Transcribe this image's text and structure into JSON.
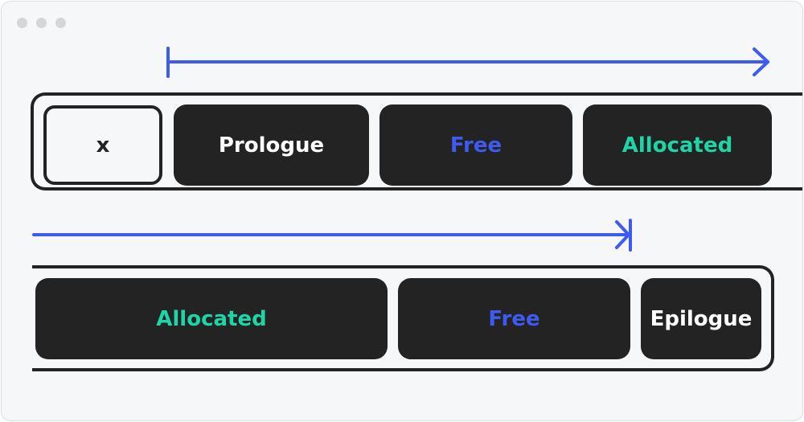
{
  "colors": {
    "background": "#f6f7f9",
    "block": "#232323",
    "arrow": "#3d5af1",
    "free": "#3d5af1",
    "allocated": "#1ed5a6",
    "label": "#ffffff"
  },
  "window": {
    "controls": [
      "window-dot-icon",
      "window-dot-icon",
      "window-dot-icon"
    ]
  },
  "top_row": {
    "blocks": [
      {
        "label": "x",
        "kind": "hollow"
      },
      {
        "label": "Prologue",
        "kind": "header"
      },
      {
        "label": "Free",
        "kind": "free"
      },
      {
        "label": "Allocated",
        "kind": "allocated"
      }
    ]
  },
  "bottom_row": {
    "blocks": [
      {
        "label": "Allocated",
        "kind": "allocated"
      },
      {
        "label": "Free",
        "kind": "free"
      },
      {
        "label": "Epilogue",
        "kind": "header"
      }
    ]
  },
  "arrows": [
    {
      "icon": "arrow-right-icon",
      "style": "start-bar"
    },
    {
      "icon": "arrow-right-end-bar-icon",
      "style": "end-bar"
    }
  ]
}
